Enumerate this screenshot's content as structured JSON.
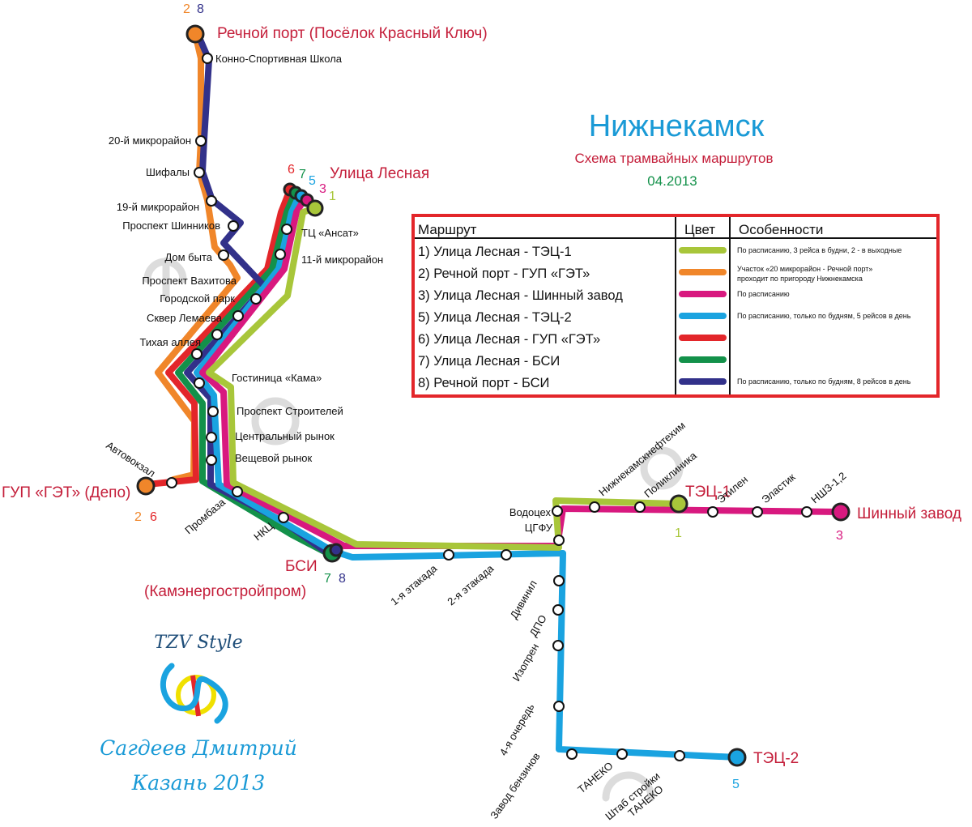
{
  "header": {
    "title": "Нижнекамск",
    "subtitle": "Схема трамвайных маршрутов",
    "date": "04.2013"
  },
  "colors": {
    "route1": "#a8c63a",
    "route2": "#f0862a",
    "route3": "#d8197f",
    "route5": "#1aa3e0",
    "route6": "#e3262a",
    "route7": "#13914a",
    "route8": "#32318a",
    "accent": "#c41e3a",
    "title": "#1a9ad6"
  },
  "terminals": {
    "rechnoy_port": "Речной порт (Посёлок Красный Ключ)",
    "rechnoy_port_routes": [
      "2",
      "8"
    ],
    "ulitsa_lesnaya": "Улица Лесная",
    "ulitsa_lesnaya_routes": [
      "6",
      "7",
      "5",
      "3",
      "1"
    ],
    "gup_get": "ГУП «ГЭТ» (Депо)",
    "gup_get_routes": [
      "2",
      "6"
    ],
    "bsi_line1": "БСИ",
    "bsi_line2": "(Камэнергостройпром)",
    "bsi_routes": [
      "7",
      "8"
    ],
    "tets1": "ТЭЦ-1",
    "tets1_route": "1",
    "shinny_zavod": "Шинный завод",
    "shinny_zavod_route": "3",
    "tets2": "ТЭЦ-2",
    "tets2_route": "5"
  },
  "stations": {
    "konno": "Конно-Спортивная Школа",
    "mkr20": "20-й микрорайон",
    "shifaly": "Шифалы",
    "mkr19": "19-й микрорайон",
    "pr_shinnikov": "Проспект Шинников",
    "dom_byta": "Дом быта",
    "pr_vakhitova": "Проспект Вахитова",
    "gor_park": "Городской парк",
    "skver": "Сквер Лемаева",
    "tikhaya": "Тихая аллея",
    "tc_ansat": "ТЦ «Ансат»",
    "mkr11": "11-й микрорайон",
    "gostinitsa": "Гостиница «Кама»",
    "pr_stroiteley": "Проспект Строителей",
    "tsentr_rynok": "Центральный рынок",
    "veshch_rynok": "Вещевой рынок",
    "avtovokzal": "Автовокзал",
    "prombaza": "Промбаза",
    "nkts": "НКЦ",
    "etakada1": "1-я этакада",
    "etakada2": "2-я этакада",
    "vodotseh": "Водоцех",
    "tsgfu": "ЦГФУ",
    "nknh": "Нижнекамскнефтехим",
    "poliklinika": "Поликлиника",
    "etilen": "Этилен",
    "elastik": "Эластик",
    "nshz": "НШЗ-1,2",
    "divinil": "Дивинил",
    "dpo": "ДПО",
    "izopren": "Изопрен",
    "ochered4": "4-я очередь",
    "zavod_benz": "Завод бензинов",
    "taneko": "ТАНЕКО",
    "shtab_line1": "Штаб стройки",
    "shtab_line2": "ТАНЕКО"
  },
  "legend": {
    "col_route": "Маршрут",
    "col_color": "Цвет",
    "col_notes": "Особенности",
    "rows": [
      {
        "route": "1) Улица Лесная - ТЭЦ-1",
        "color": "#a8c63a",
        "note1": "По расписанию, 3 рейса в будни, 2 - в выходные",
        "note2": ""
      },
      {
        "route": "2) Речной порт - ГУП «ГЭТ»",
        "color": "#f0862a",
        "note1": "Участок «20 микрорайон - Речной порт»",
        "note2": "проходит по пригороду Нижнекамска"
      },
      {
        "route": "3) Улица Лесная - Шинный завод",
        "color": "#d8197f",
        "note1": "По расписанию",
        "note2": ""
      },
      {
        "route": "5) Улица Лесная - ТЭЦ-2",
        "color": "#1aa3e0",
        "note1": "По расписанию, только по будням, 5 рейсов в день",
        "note2": ""
      },
      {
        "route": "6) Улица Лесная - ГУП «ГЭТ»",
        "color": "#e3262a",
        "note1": "",
        "note2": ""
      },
      {
        "route": "7) Улица Лесная - БСИ",
        "color": "#13914a",
        "note1": "",
        "note2": ""
      },
      {
        "route": "8) Речной порт - БСИ",
        "color": "#32318a",
        "note1": "По расписанию, только по будням, 8 рейсов в день",
        "note2": ""
      }
    ]
  },
  "credits": {
    "style": "TZV Style",
    "author": "Сагдеев Дмитрий",
    "city_year": "Казань 2013"
  }
}
